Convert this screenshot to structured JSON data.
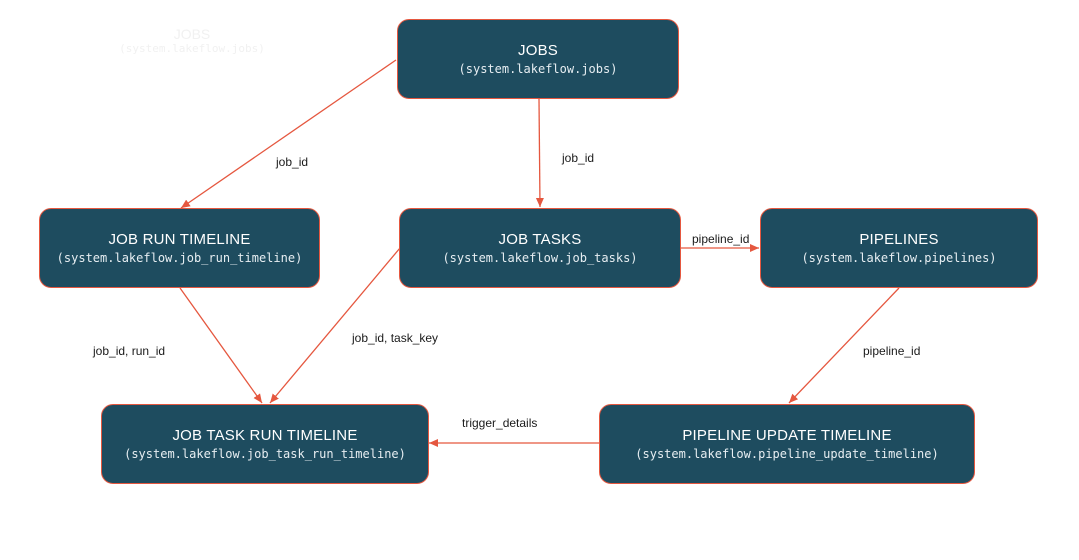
{
  "colors": {
    "node_fill": "#1e4c5f",
    "node_border": "#e5573f",
    "edge": "#e5573f",
    "node_text": "#ffffff"
  },
  "ghost": {
    "title": "JOBS",
    "subtitle": "(system.lakeflow.jobs)"
  },
  "nodes": {
    "jobs": {
      "title": "JOBS",
      "subtitle": "(system.lakeflow.jobs)"
    },
    "job_run_timeline": {
      "title": "JOB RUN TIMELINE",
      "subtitle": "(system.lakeflow.job_run_timeline)"
    },
    "job_tasks": {
      "title": "JOB TASKS",
      "subtitle": "(system.lakeflow.job_tasks)"
    },
    "pipelines": {
      "title": "PIPELINES",
      "subtitle": "(system.lakeflow.pipelines)"
    },
    "job_task_run_timeline": {
      "title": "JOB TASK RUN TIMELINE",
      "subtitle": "(system.lakeflow.job_task_run_timeline)"
    },
    "pipeline_update_timeline": {
      "title": "PIPELINE UPDATE TIMELINE",
      "subtitle": "(system.lakeflow.pipeline_update_timeline)"
    }
  },
  "edges": {
    "jobs_to_run_timeline": "job_id",
    "jobs_to_tasks": "job_id",
    "tasks_to_pipelines": "pipeline_id",
    "run_timeline_to_task_run": "job_id, run_id",
    "tasks_to_task_run": "job_id, task_key",
    "pipelines_to_update": "pipeline_id",
    "update_to_task_run": "trigger_details"
  }
}
